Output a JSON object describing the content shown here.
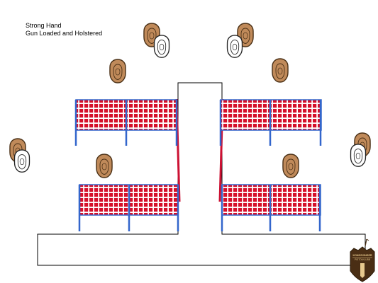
{
  "stage_brief": {
    "line1": "Strong Hand",
    "line2": "Gun Loaded and Holstered"
  },
  "logo": {
    "line1": "KONGSVINGER",
    "line2": "PISTOLKLUBB"
  },
  "colors": {
    "outline": "#000000",
    "fault_line": "#cc1133",
    "wall_frame": "#3366cc",
    "wall_fill": "#d5102a",
    "target_brown": "#c08a5a",
    "target_stroke": "#4a3016",
    "no_shoot": "#ffffff",
    "badge": "#4a2e14",
    "badge_text": "#e8c98d"
  },
  "icons": {
    "shoot_target": "tan-cardboard-target",
    "no_shoot_target": "white-no-shoot-target",
    "club_logo": "shield-badge"
  }
}
